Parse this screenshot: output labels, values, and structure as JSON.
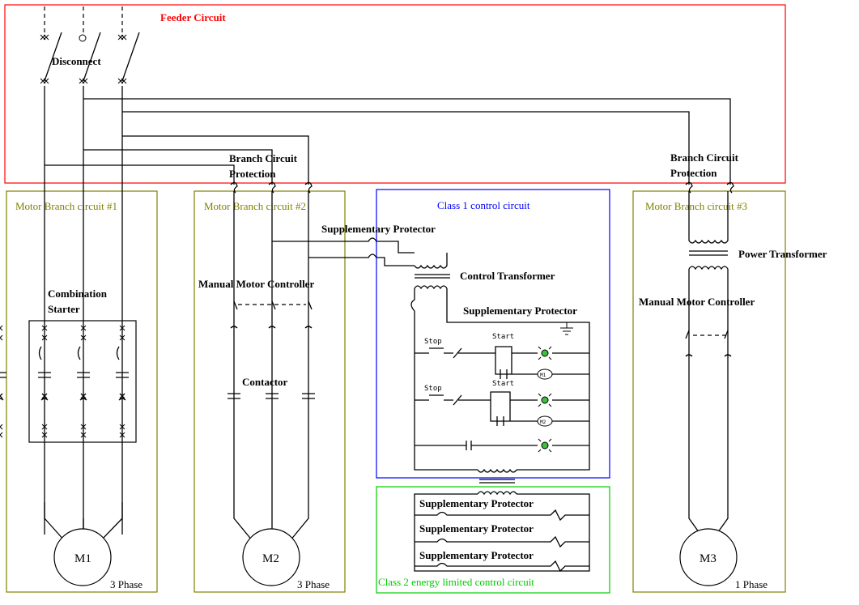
{
  "colors": {
    "feeder": "#ff0000",
    "motor_branch": "#808000",
    "class1": "#0000ff",
    "class2": "#00cc00",
    "lamp": "#3fbf3f"
  },
  "feeder": {
    "title": "Feeder Circuit"
  },
  "labels": {
    "disconnect": "Disconnect",
    "branch_protection_1": "Branch Circuit",
    "branch_protection_1b": "Protection",
    "branch_protection_2": "Branch Circuit",
    "branch_protection_2b": "Protection",
    "combination_starter_1": "Combination",
    "combination_starter_2": "Starter",
    "manual_motor_controller_2": "Manual Motor Controller",
    "contactor": "Contactor",
    "supplementary_protector_top": "Supplementary Protector",
    "control_transformer": "Control Transformer",
    "supplementary_protector_mid": "Supplementary Protector",
    "power_transformer": "Power Transformer",
    "manual_motor_controller_3": "Manual Motor Controller",
    "class2_protector_1": "Supplementary Protector",
    "class2_protector_2": "Supplementary Protector",
    "class2_protector_3": "Supplementary Protector"
  },
  "boxes": {
    "branch1": {
      "title": "Motor Branch circuit #1"
    },
    "branch2": {
      "title": "Motor Branch circuit #2"
    },
    "branch3": {
      "title": "Motor Branch circuit #3"
    },
    "class1": {
      "title": "Class 1 control circuit"
    },
    "class2": {
      "title": "Class 2 energy limited control circuit"
    }
  },
  "control": {
    "stop1": "Stop",
    "start1": "Start",
    "stop2": "Stop",
    "start2": "Start",
    "m1": "M1",
    "m2": "M2"
  },
  "motors": [
    {
      "name": "M1",
      "phase": "3 Phase"
    },
    {
      "name": "M2",
      "phase": "3 Phase"
    },
    {
      "name": "M3",
      "phase": "1 Phase"
    }
  ]
}
